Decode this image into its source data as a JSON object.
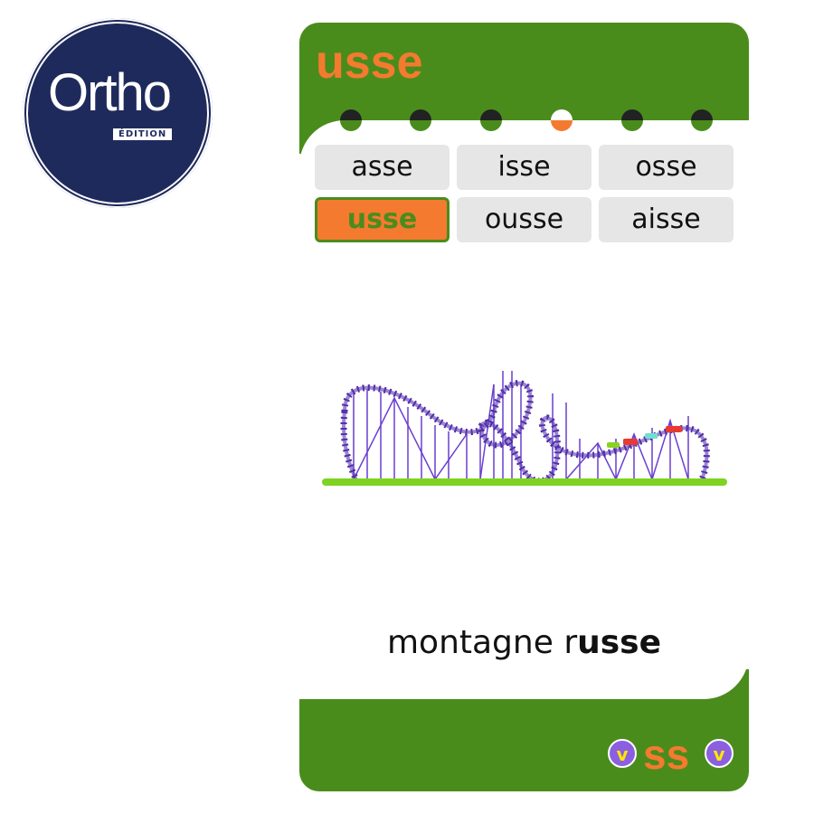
{
  "logo": {
    "text": "rtho",
    "prefix": "O",
    "subtitle": "ÉDITION"
  },
  "card": {
    "title": "usse",
    "progress": {
      "total": 6,
      "current": 4
    },
    "options": [
      "asse",
      "isse",
      "osse",
      "usse",
      "ousse",
      "aisse"
    ],
    "selected": "usse",
    "word_prefix": "montagne r",
    "word_suffix": "usse",
    "footer": {
      "left_badge": "v",
      "sound": "ss",
      "right_badge": "v"
    }
  },
  "colors": {
    "green": "#4a8c1c",
    "orange": "#f47a30",
    "navy": "#1f2a5c",
    "purple": "#8b5fe0"
  }
}
